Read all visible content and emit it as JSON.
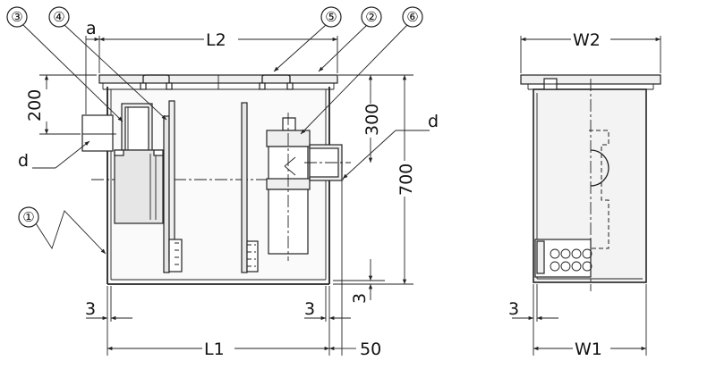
{
  "callouts": [
    "①",
    "②",
    "③",
    "④",
    "⑤",
    "⑥"
  ],
  "labels": {
    "a": "a",
    "d_left": "d",
    "d_right": "d"
  },
  "dimensions": {
    "L2": "L2",
    "L1": "L1",
    "W2": "W2",
    "W1": "W1",
    "h200": "200",
    "h300": "300",
    "h700": "700",
    "h3": "3",
    "b3_left": "3",
    "b3_right": "3",
    "b3_side": "3",
    "b50": "50"
  }
}
